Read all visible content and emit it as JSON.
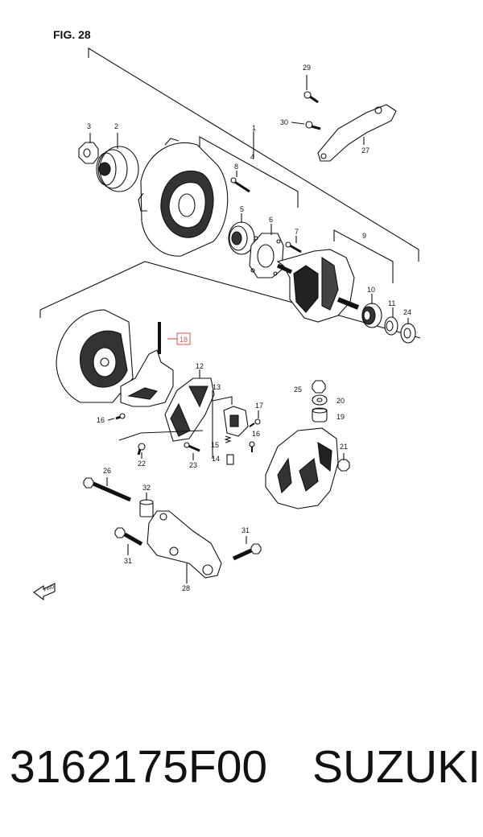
{
  "figure_label": "FIG. 28",
  "callouts": {
    "c1": "1",
    "c2": "2",
    "c3": "3",
    "c4": "4",
    "c5": "5",
    "c6": "6",
    "c7": "7",
    "c8": "8",
    "c9": "9",
    "c10": "10",
    "c11": "11",
    "c12": "12",
    "c13": "13",
    "c14": "14",
    "c15": "15",
    "c16a": "16",
    "c16b": "16",
    "c17": "17",
    "c18": "18",
    "c19": "19",
    "c20": "20",
    "c21": "21",
    "c22": "22",
    "c23": "23",
    "c24": "24",
    "c25": "25",
    "c26": "26",
    "c27": "27",
    "c28": "28",
    "c29": "29",
    "c30": "30",
    "c31a": "31",
    "c31b": "31",
    "c32": "32"
  },
  "fwd_label": "FWD",
  "highlight_color": "#d9534f",
  "footer": {
    "part_number": "3162175F00",
    "brand": "SUZUKI"
  }
}
